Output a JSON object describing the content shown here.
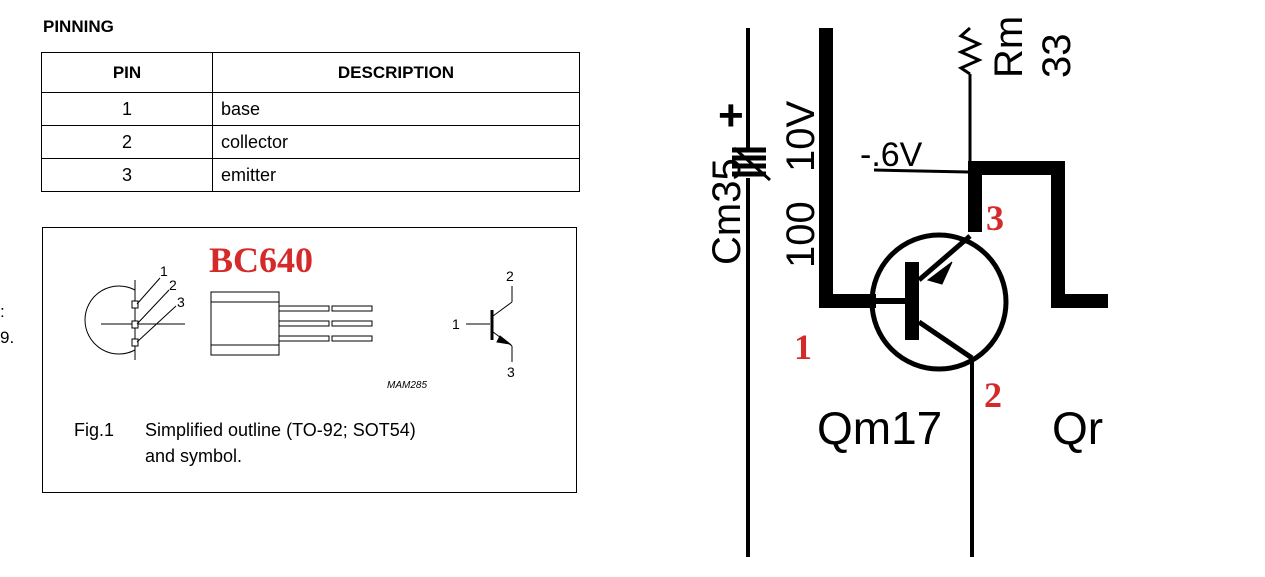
{
  "pinning": {
    "title": "PINNING",
    "headers": [
      "PIN",
      "DESCRIPTION"
    ],
    "rows": [
      {
        "pin": "1",
        "description": "base"
      },
      {
        "pin": "2",
        "description": "collector"
      },
      {
        "pin": "3",
        "description": "emitter"
      }
    ]
  },
  "figure": {
    "part_label": "BC640",
    "outline_pin_labels": [
      "1",
      "2",
      "3"
    ],
    "symbol_pin_labels": [
      "1",
      "2",
      "3"
    ],
    "drawing_code": "MAM285",
    "caption_number": "Fig.1",
    "caption_line1": "Simplified outline (TO-92; SOT54)",
    "caption_line2": "and symbol."
  },
  "edge_fragments": [
    ":",
    "9."
  ],
  "schematic": {
    "capacitor_ref": "Cm35",
    "capacitor_value": "100",
    "capacitor_voltage": "10V",
    "capacitor_polarity": "+",
    "resistor_ref": "Rm",
    "resistor_value": "33",
    "node_voltage": "-.6V",
    "transistor_ref": "Qm17",
    "next_ref_fragment": "Qr",
    "pin_markers": [
      "1",
      "2",
      "3"
    ],
    "marker_color": "#d42a2a"
  }
}
